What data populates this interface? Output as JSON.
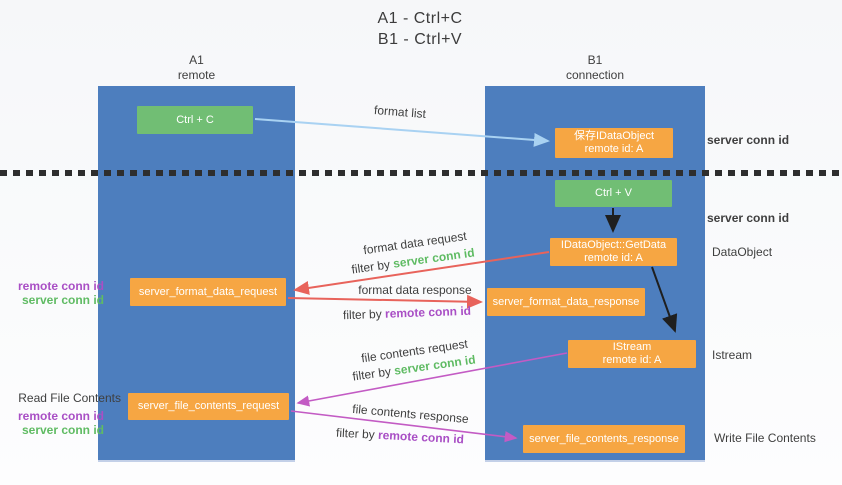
{
  "title": {
    "line1": "A1 - Ctrl+C",
    "line2": "B1 - Ctrl+V"
  },
  "columns": {
    "a1": {
      "name": "A1",
      "subtitle": "remote"
    },
    "b1": {
      "name": "B1",
      "subtitle": "connection"
    }
  },
  "nodes": {
    "ctrl_c": "Ctrl + C",
    "ctrl_v": "Ctrl + V",
    "save_dataobject": {
      "line1": "保存IDataObject",
      "line2": "remote id: A"
    },
    "getdata": {
      "line1": "IDataObject::GetData",
      "line2": "remote id: A"
    },
    "istream": {
      "line1": "IStream",
      "line2": "remote id: A"
    },
    "format_request": "server_format_data_request",
    "format_response": "server_format_data_response",
    "file_request": "server_file_contents_request",
    "file_response": "server_file_contents_response"
  },
  "labels": {
    "format_list": "format list",
    "format_data_request": "format data request",
    "format_data_response": "format data response",
    "file_contents_request": "file contents request",
    "file_contents_response": "file contents response",
    "filter_by": "filter by ",
    "server_conn_id": "server conn id",
    "remote_conn_id": "remote conn id",
    "dataobject": "DataObject",
    "istream_side": "Istream",
    "read_file_contents": "Read File Contents",
    "write_file_contents": "Write File Contents"
  },
  "colors": {
    "column_blue": "#4d7ebe",
    "node_green": "#71be74",
    "node_orange": "#f6a643",
    "accent_green": "#5fbb63",
    "accent_purple": "#a94fc5",
    "arrow_red": "#e8635b",
    "arrow_purple": "#c35bc4",
    "arrow_lightblue": "#a9d2f2",
    "arrow_black": "#1f1f1f"
  }
}
